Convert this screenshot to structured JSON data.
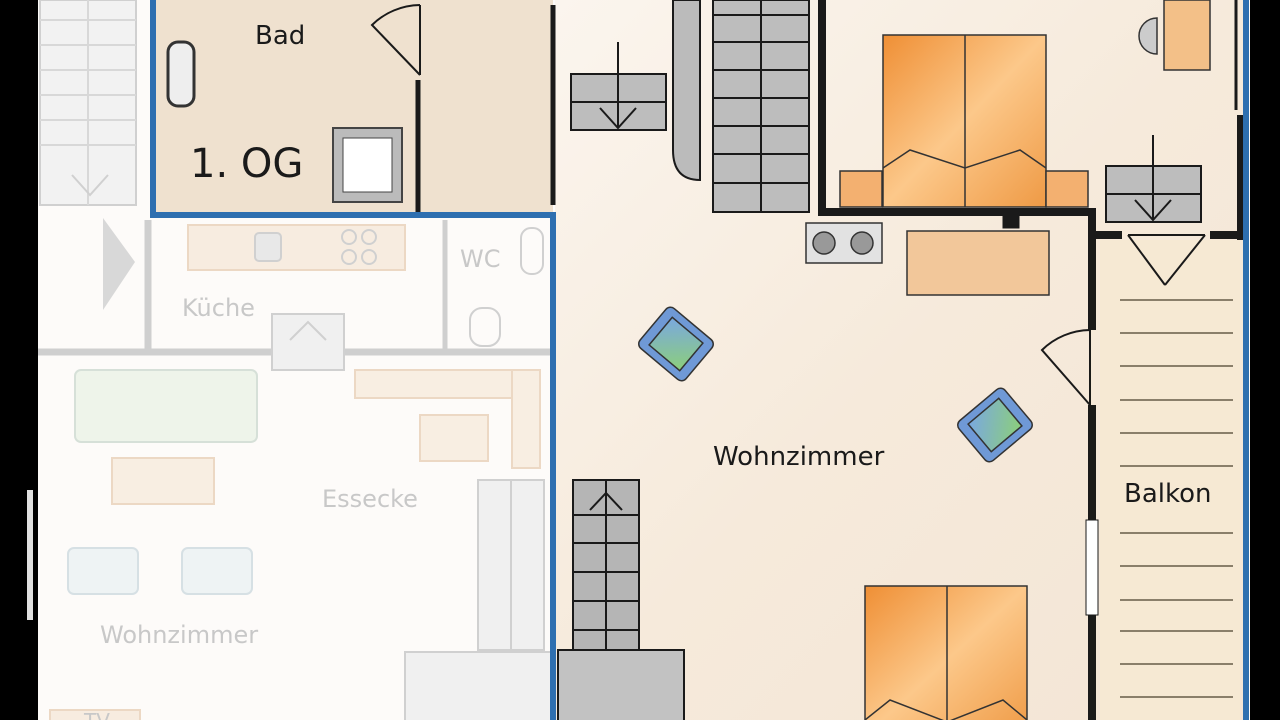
{
  "floor_plan": {
    "level": "1. OG",
    "rooms": {
      "bad": "Bad",
      "wohnzimmer": "Wohnzimmer",
      "balkon": "Balkon"
    },
    "faded_rooms": {
      "wc": "WC",
      "kueche": "Küche",
      "essecke": "Essecke",
      "wohnzimmer": "Wohnzimmer",
      "tv": "TV"
    },
    "colors": {
      "wall": "#1a1a1a",
      "highlight_outline": "#2e6fb0",
      "floor": "#f7eee4",
      "bath_floor": "#eedfcc",
      "furniture_orange": "#f0a050",
      "stairs": "#b5b5b5",
      "faded": "#c8c8c8"
    }
  }
}
